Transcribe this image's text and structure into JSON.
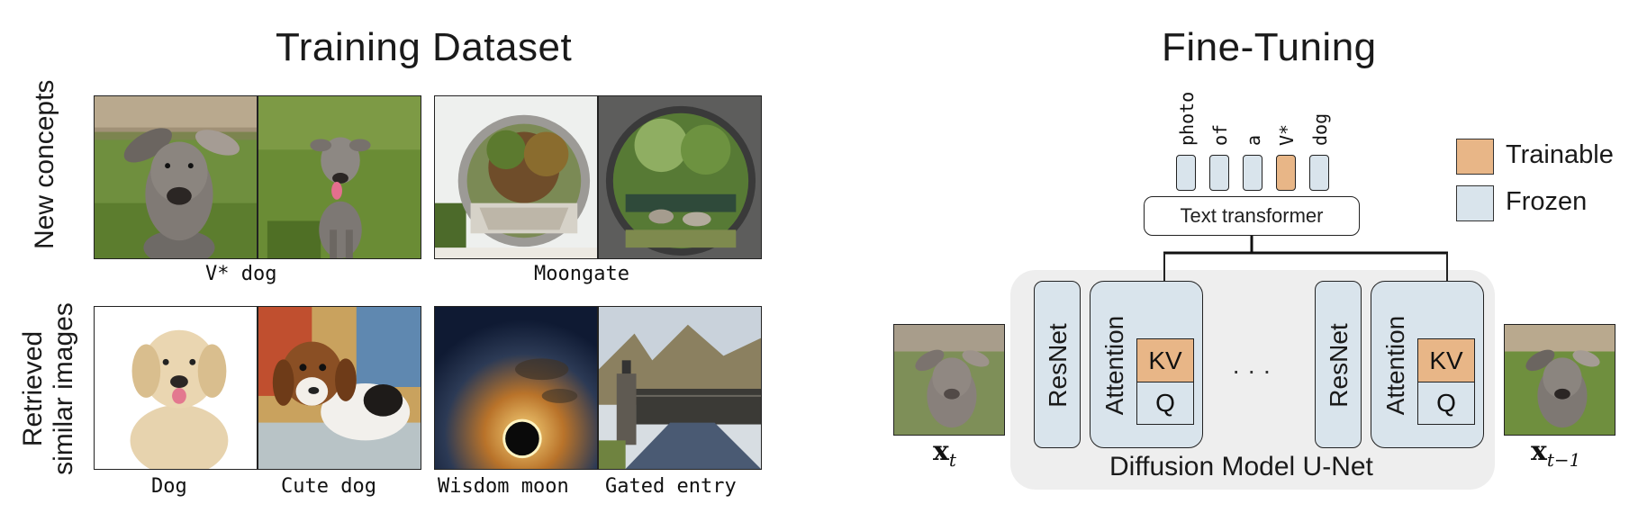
{
  "left": {
    "title": "Training Dataset",
    "row_labels": {
      "new_concepts": "New concepts",
      "retrieved_line1": "Retrieved",
      "retrieved_line2": "similar images"
    },
    "captions": {
      "v_dog": "V* dog",
      "moongate": "Moongate",
      "dog": "Dog",
      "cute_dog": "Cute dog",
      "wisdom_moon": "Wisdom moon",
      "gated_entry": "Gated entry"
    }
  },
  "right": {
    "title": "Fine-Tuning",
    "tokens": [
      "photo",
      "of",
      "a",
      "V*",
      "dog"
    ],
    "text_transformer": "Text transformer",
    "resnet": "ResNet",
    "attention": "Attention",
    "kv": "KV",
    "q": "Q",
    "ellipsis": "· · ·",
    "unet_label": "Diffusion Model U-Net",
    "x_t": "x",
    "x_t_sub": "t",
    "x_t1_sub": "t−1",
    "legend": {
      "trainable": "Trainable",
      "frozen": "Frozen"
    }
  },
  "colors": {
    "trainable": "#e8b687",
    "frozen": "#d9e4ec",
    "unet_bg": "#eeeeee"
  }
}
